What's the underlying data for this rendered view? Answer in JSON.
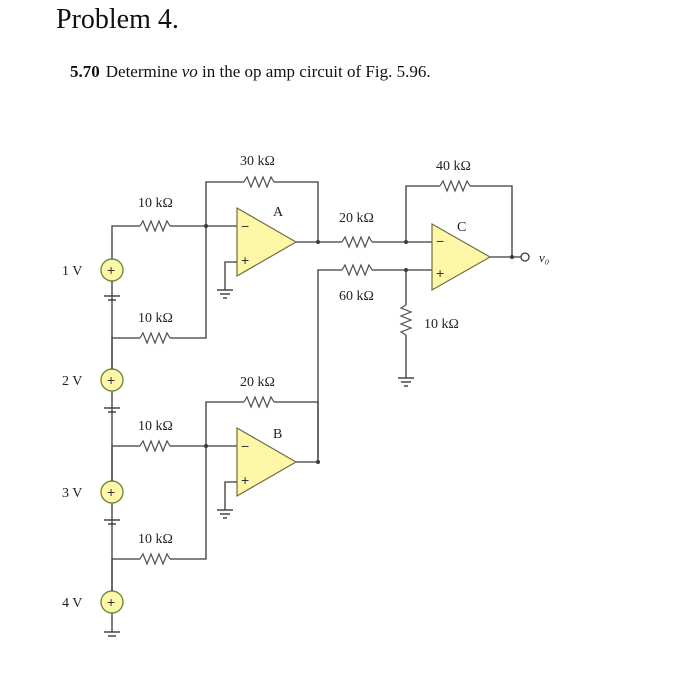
{
  "header": {
    "title": "Problem 4.",
    "problem_number": "5.70",
    "text_before": "Determine ",
    "variable": "vo",
    "text_after": " in the op amp circuit of Fig. 5.96."
  },
  "circuit": {
    "sources": [
      "1 V",
      "2 V",
      "3 V",
      "4 V"
    ],
    "input_resistors": [
      "10 kΩ",
      "10 kΩ",
      "10 kΩ",
      "10 kΩ"
    ],
    "feedback_A": "30 kΩ",
    "feedback_B": "20 kΩ",
    "feedback_C": "40 kΩ",
    "inverting_in_C": "20 kΩ",
    "noninverting_in_C": "60 kΩ",
    "ground_res_C": "10 kΩ",
    "opamps": [
      "A",
      "B",
      "C"
    ],
    "output_label": "v₀",
    "plus_sign": "+",
    "minus_sign": "−"
  }
}
